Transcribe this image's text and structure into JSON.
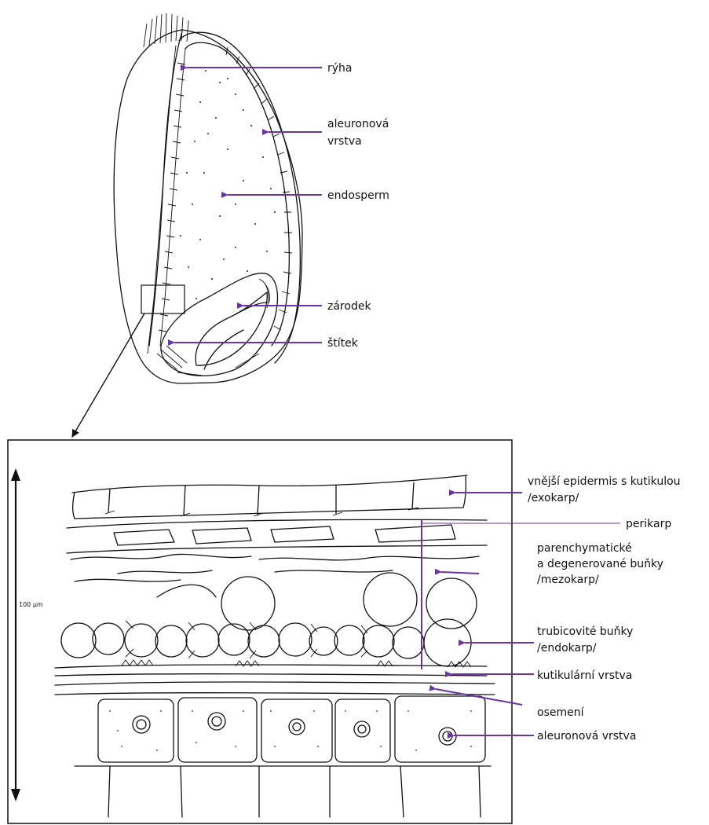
{
  "colors": {
    "arrow": "#6a35a0",
    "ink": "#111111",
    "background": "#ffffff"
  },
  "grain_labels": {
    "ryha": "rýha",
    "aleuronova_1": "aleuronová",
    "aleuronova_2": "vrstva",
    "endosperm": "endosperm",
    "zarodek": "zárodek",
    "stitek": "štítek"
  },
  "section_labels": {
    "epidermis_1": "vnější epidermis s kutikulou",
    "epidermis_2": "/exokarp/",
    "perikarp": "perikarp",
    "mezokarp_1": "parenchymatické",
    "mezokarp_2": "a degenerované buňky",
    "mezokarp_3": "/mezokarp/",
    "endokarp_1": "trubicovité buňky",
    "endokarp_2": "/endokarp/",
    "kutikularni": "kutikulární vrstva",
    "osemeni": "osemení",
    "aleuron": "aleuronová vrstva"
  },
  "scale_bar": {
    "label": "100 µm"
  }
}
